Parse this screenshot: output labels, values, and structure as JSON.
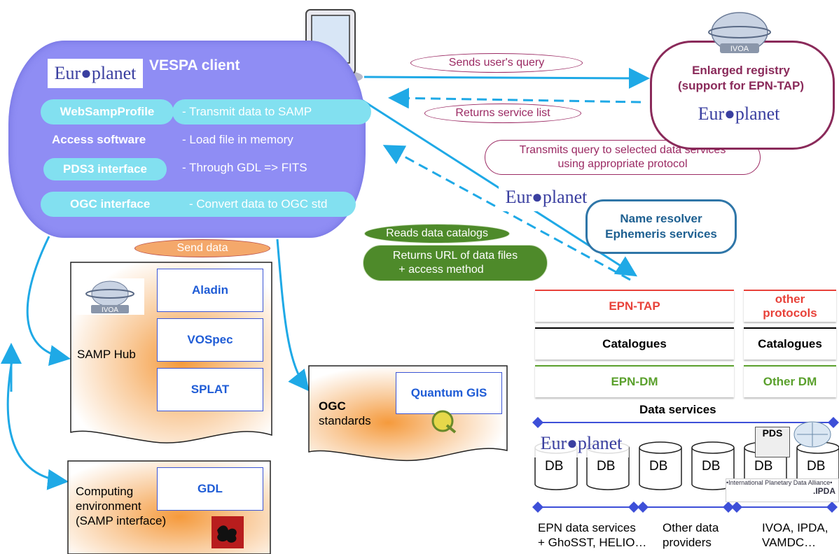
{
  "vespa": {
    "title": "VESPA client",
    "rows": [
      {
        "label": "WebSampProfile",
        "desc": "- Transmit data to SAMP"
      },
      {
        "label": "Access software",
        "desc": "- Load file in memory"
      },
      {
        "label": "PDS3 interface",
        "desc": "- Through GDL => FITS"
      },
      {
        "label": "OGC interface",
        "desc": "- Convert data to OGC std"
      }
    ]
  },
  "logos": {
    "europlanet": "Eur●planet",
    "ivoa": "IVOA",
    "pds": "PDS",
    "ipda": "•International Planetary Data Alliance•",
    "ipda_short": ".IPDA"
  },
  "flows": {
    "sends_query": "Sends user's query",
    "returns_list": "Returns service list",
    "transmits_query": "Transmits query to selected data services using appropriate protocol",
    "reads_catalogs": "Reads data catalogs",
    "returns_url_line1": "Returns URL of data files",
    "returns_url_line2": "+ access method",
    "send_data": "Send data"
  },
  "registry": {
    "line1": "Enlarged registry",
    "line2": "(support for EPN-TAP)"
  },
  "resolver": {
    "line1": "Name resolver",
    "line2": "Ephemeris services"
  },
  "samp": {
    "hub_label": "SAMP Hub",
    "tools": [
      "Aladin",
      "VOSpec",
      "SPLAT"
    ]
  },
  "ogc": {
    "label_bold": "OGC",
    "label": "standards",
    "tool": "Quantum GIS"
  },
  "computing": {
    "line1": "Computing",
    "line2": "environment",
    "line3": "(SAMP interface)",
    "tool": "GDL"
  },
  "data_services": {
    "title": "Data services",
    "left_rows": [
      "EPN-TAP",
      "Catalogues",
      "EPN-DM"
    ],
    "right_rows": [
      "other protocols",
      "Catalogues",
      "Other DM"
    ],
    "db_labels": [
      "DB",
      "DB",
      "DB",
      "DB",
      "DB",
      "DB"
    ],
    "footers": [
      {
        "line1": "EPN data services",
        "line2": "+ GhoSST, HELIO…"
      },
      {
        "line1": "Other data",
        "line2": "providers"
      },
      {
        "line1": "IVOA, IPDA,",
        "line2": "VAMDC…"
      }
    ]
  },
  "colors": {
    "arrow": "#1fa9e6",
    "tap_red": "#e8423a",
    "dm_green": "#5aa02c",
    "registry_border": "#8a2a5a"
  }
}
